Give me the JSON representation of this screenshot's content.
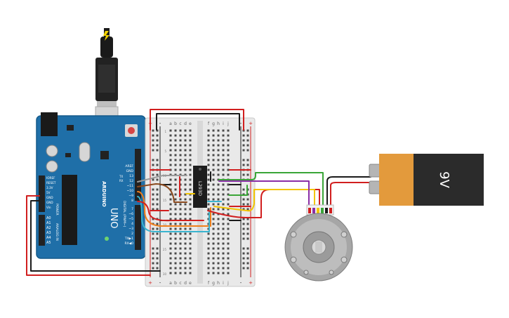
{
  "arduino": {
    "brand": "ARDUINO",
    "model": "UNO",
    "power_label": "POWER",
    "analog_label": "ANALOG IN",
    "digital_label": "DIGITAL (PWM~)",
    "tx_label": "TX",
    "rx_label": "RX",
    "power_pins": [
      "IOREF",
      "RESET",
      "3.3V",
      "5V",
      "GND",
      "GND",
      "Vin"
    ],
    "analog_pins": [
      "A0",
      "A1",
      "A2",
      "A3",
      "A4",
      "A5"
    ],
    "digital_pins_top": [
      "AREF",
      "GND",
      "13",
      "12",
      "~11",
      "~10",
      "~9",
      "8"
    ],
    "digital_pins_bottom": [
      "7",
      "~6",
      "~5",
      "4",
      "~3",
      "2",
      "TX▶1",
      "RX◀0"
    ],
    "board_color": "#1f6fa8"
  },
  "breadboard": {
    "col_letters_left": [
      "a",
      "b",
      "c",
      "d",
      "e"
    ],
    "col_letters_right": [
      "f",
      "g",
      "h",
      "i",
      "j"
    ],
    "row_numbers": [
      "1",
      "5",
      "10",
      "15",
      "20",
      "25",
      "30"
    ],
    "rail_plus": "+",
    "rail_minus": "-"
  },
  "ic": {
    "label": "L293D"
  },
  "battery": {
    "label": "9V",
    "body_color": "#2b2b2b",
    "cap_color": "#e39a3c"
  },
  "wire_colors": {
    "red": "#d11f1f",
    "black": "#1a1a1a",
    "green": "#3aa537",
    "purple": "#8a2ea6",
    "yellow": "#f2c500",
    "orange": "#f07f1a",
    "cyan": "#39b4cf",
    "brown": "#8b4a1f",
    "gray": "#9a9a9a"
  },
  "icons": {
    "usb_plug": "usb-plug-icon",
    "bolt": "bolt-icon"
  }
}
